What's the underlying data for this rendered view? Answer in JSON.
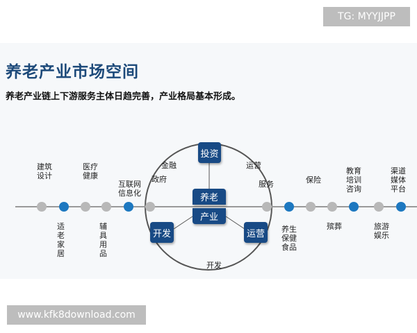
{
  "watermark_top": "TG: MYYJJPP",
  "watermark_bottom": "www.kfk8download.com",
  "title": "养老产业市场空间",
  "subtitle": "养老产业链上下游服务主体日趋完善，产业格局基本形成。",
  "center": {
    "top": "养老",
    "bottom": "产业"
  },
  "boxes": {
    "invest": "投资",
    "develop": "开发",
    "operate": "运营"
  },
  "circle_labels": {
    "finance": "金融",
    "government": "政府",
    "operation": "运营",
    "service": "服务",
    "development": "开发"
  },
  "above": [
    "建筑\n设计",
    "医疗\n健康",
    "互联网\n信息化",
    "保险",
    "教育\n培训\n咨询",
    "渠道\n媒体\n平台"
  ],
  "below": [
    "适\n老\n家\n居",
    "辅\n具\n用\n品",
    "养生\n保健\n食品",
    "殡葬",
    "旅游\n娱乐"
  ],
  "colors": {
    "title": "#1d4a7a",
    "box": "#184a85",
    "dot_blue": "#1d78c0",
    "dot_gray": "#b8b8b8"
  }
}
